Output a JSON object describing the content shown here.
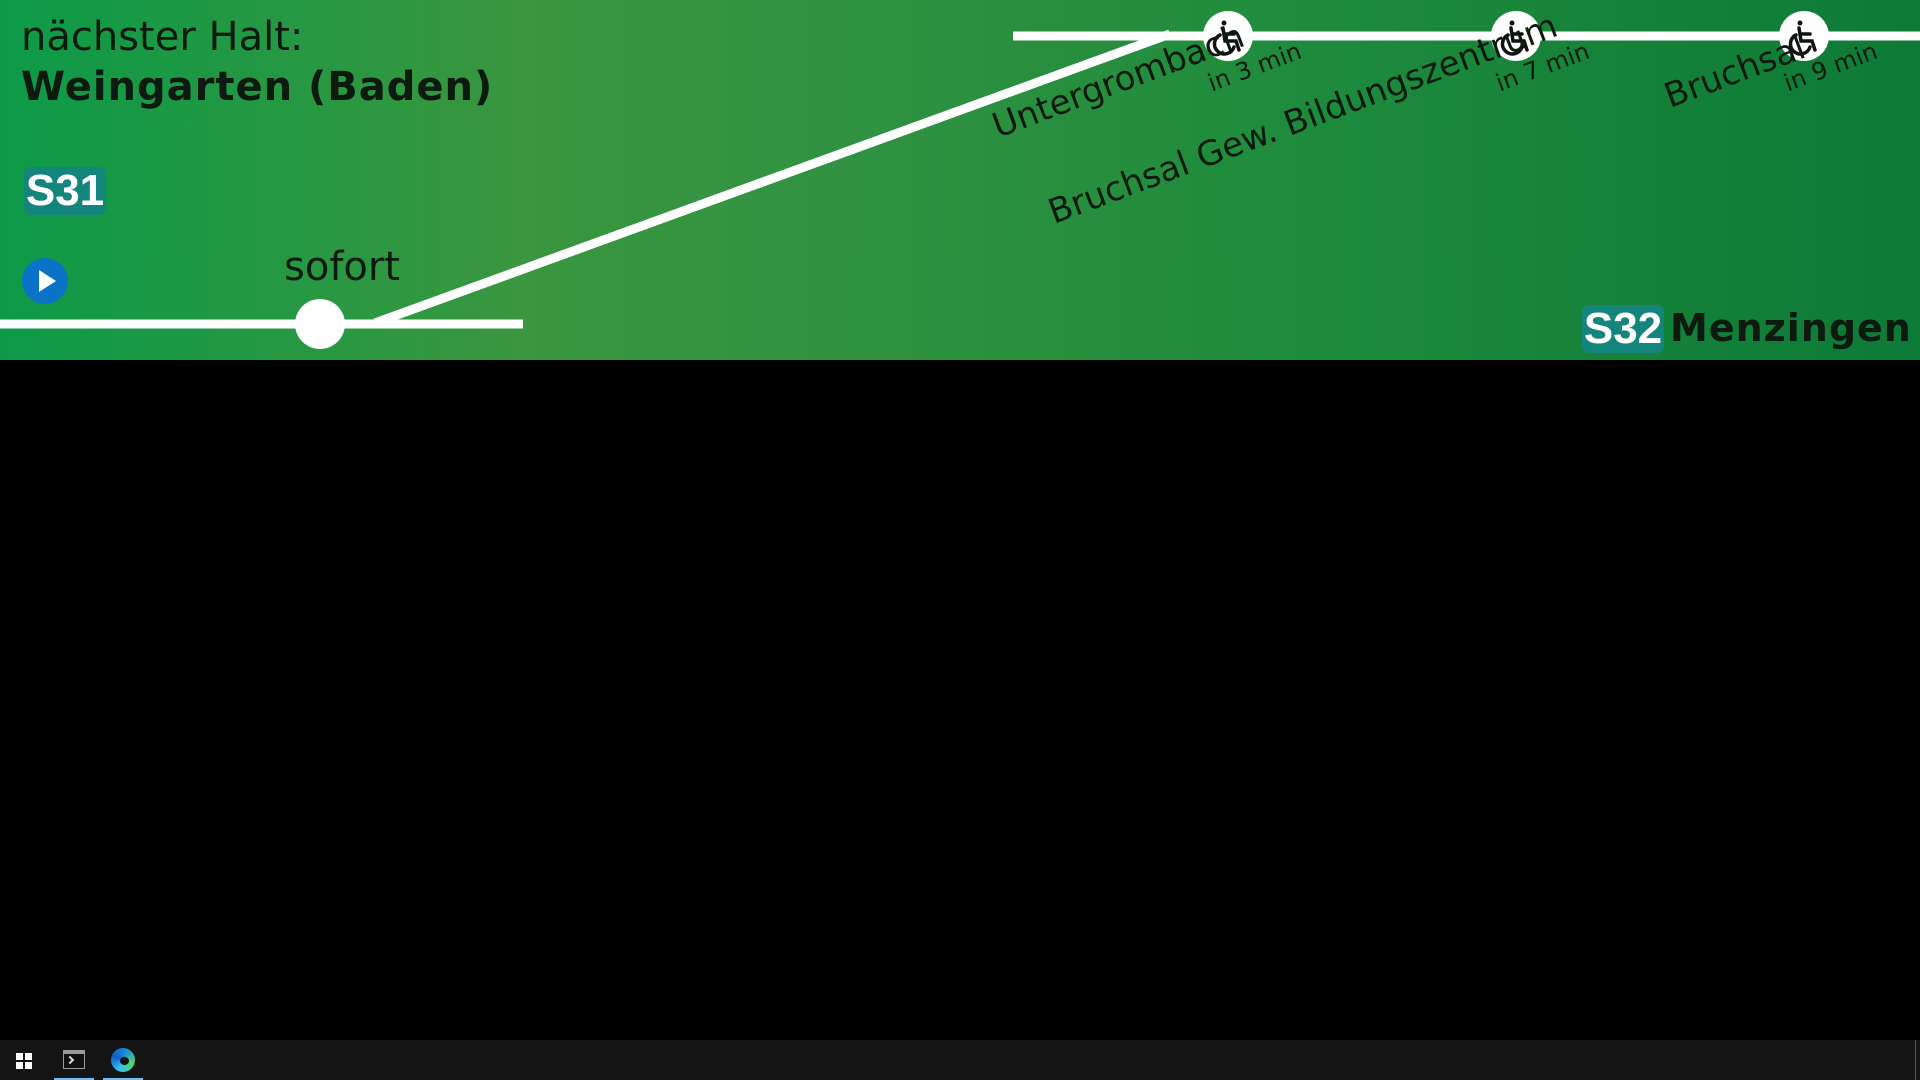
{
  "header": {
    "next_label": "nächster Halt:",
    "next_stop": "Weingarten (Baden)"
  },
  "line": "S31",
  "play_icon": "play-icon",
  "current": {
    "time": "sofort"
  },
  "stops": [
    {
      "name": "Untergrombach",
      "eta": "in 3 min",
      "accessible": true
    },
    {
      "name": "Bruchsal Gew. Bildungszentrum",
      "eta": "in 7 min",
      "accessible": true
    },
    {
      "name": "Bruchsal",
      "eta": "in 9 min",
      "accessible": true
    }
  ],
  "footer": {
    "line": "S32",
    "destination": "Menzingen"
  },
  "colors": {
    "background_start": "#0d9a48",
    "background_end": "#0d7a37",
    "badge": "#13857c",
    "track": "#ffffff"
  },
  "taskbar": {
    "items": [
      {
        "icon": "windows-start-icon"
      },
      {
        "icon": "terminal-icon",
        "active": true
      },
      {
        "icon": "edge-browser-icon",
        "active": true
      }
    ]
  }
}
